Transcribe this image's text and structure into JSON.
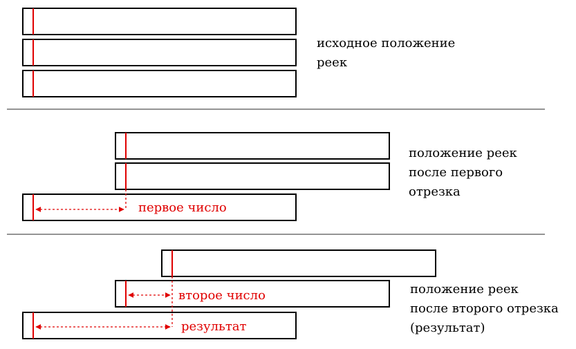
{
  "colors": {
    "stroke": "#000000",
    "accent": "#e00000",
    "background": "#ffffff"
  },
  "section1": {
    "caption_line1": "исходное положение",
    "caption_line2": "реек"
  },
  "section2": {
    "caption_line1": "положение реек",
    "caption_line2": "после первого",
    "caption_line3": "отрезка",
    "label_first": "первое число"
  },
  "section3": {
    "caption_line1": "положение реек",
    "caption_line2": "после второго отрезка",
    "caption_line3": "(результат)",
    "label_second": "второе число",
    "label_result": "результат"
  }
}
